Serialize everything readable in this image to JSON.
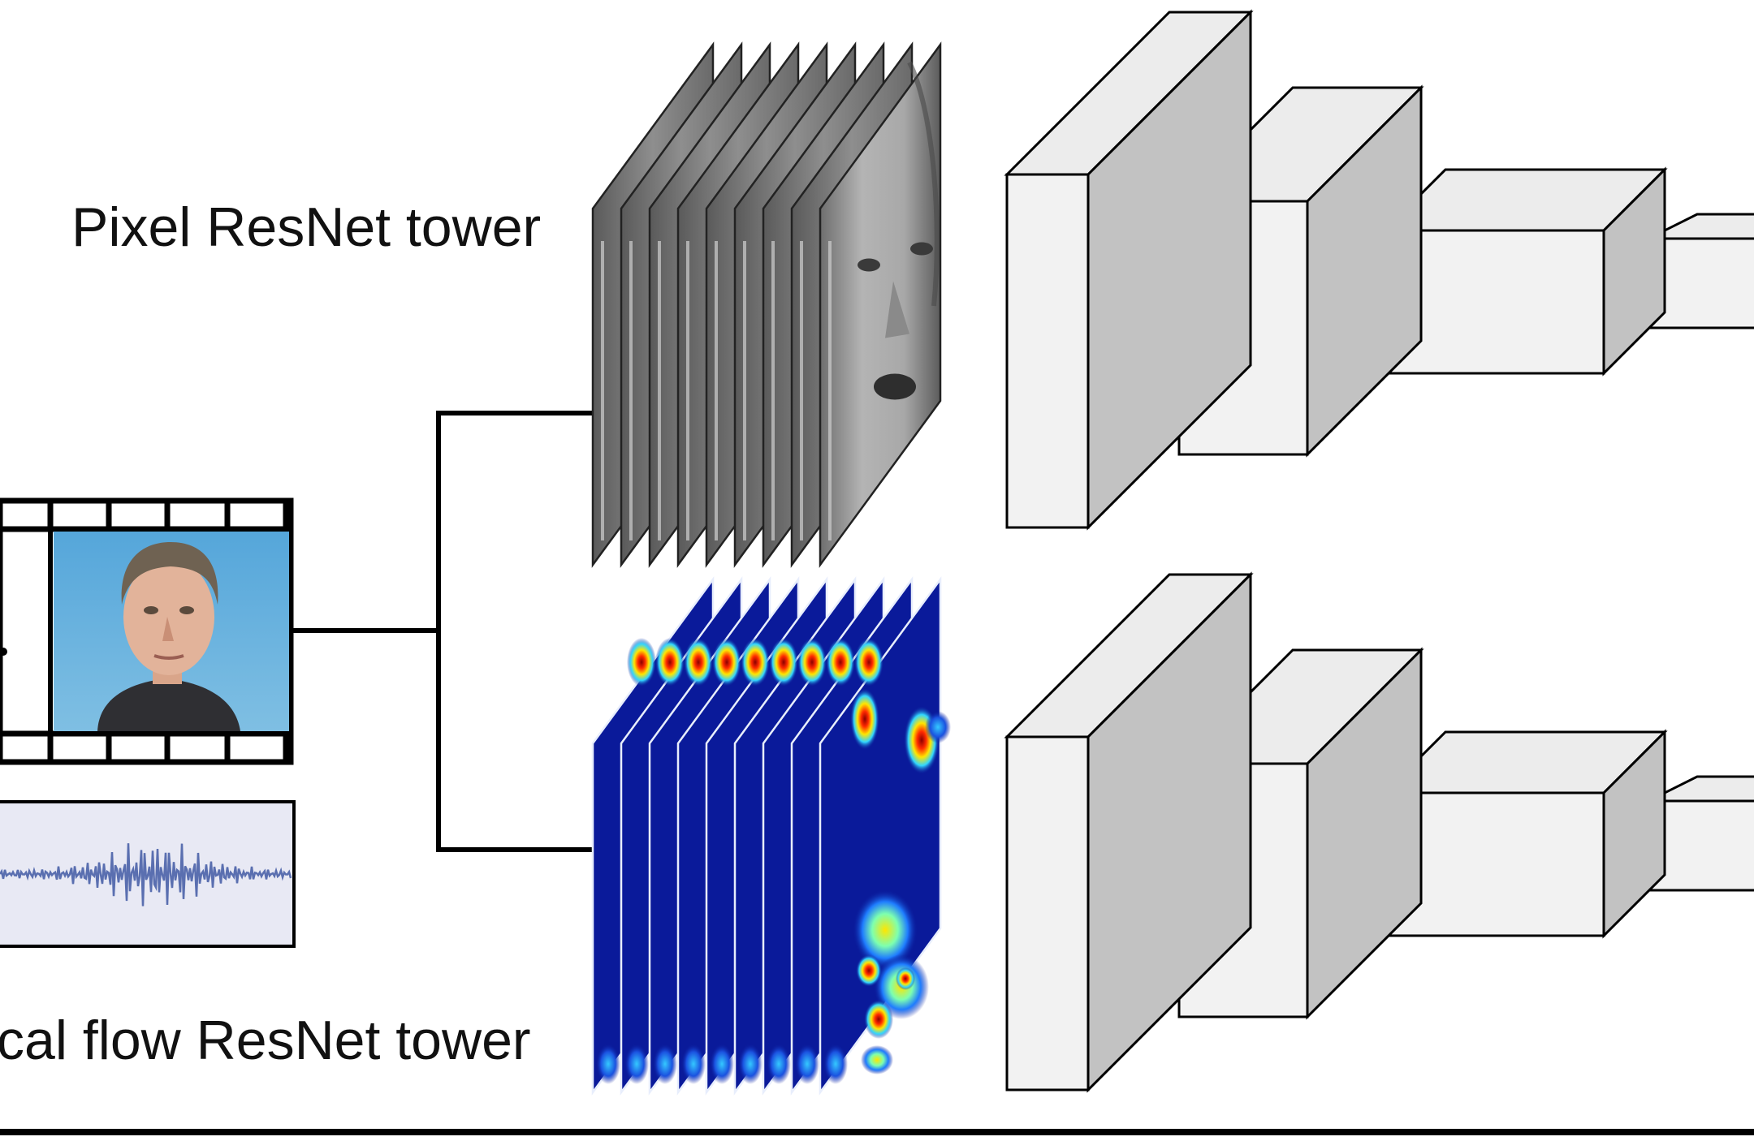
{
  "labels": {
    "pixel_tower": "Pixel ResNet tower",
    "flow_tower": "cal flow ResNet tower"
  },
  "icons": {
    "filmstrip": "filmstrip-icon",
    "face_photo": "face-photo-icon",
    "audio_waveform": "audio-waveform-icon",
    "grayscale_frames": "grayscale-face-frame-stack",
    "flow_frames": "optical-flow-heatmap-stack",
    "resnet_blocks": "resnet-block-icon"
  },
  "colors": {
    "block_front": "#f2f2f2",
    "block_side": "#c2c2c2",
    "block_top": "#ececec",
    "line": "#000000",
    "sky": "#5fa8d6",
    "heat_bg": "#0a1a9a",
    "wave": "#5a6fb0",
    "wave_bg": "#e8e9f4"
  }
}
